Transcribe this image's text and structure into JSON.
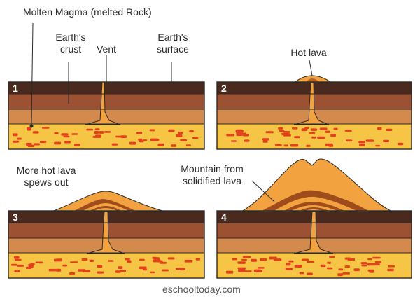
{
  "labels": {
    "molten_magma": "Molten Magma (melted Rock)",
    "earths_crust": "Earth's\ncrust",
    "vent": "Vent",
    "earths_surface": "Earth's\nsurface",
    "hot_lava": "Hot lava",
    "more_hot_lava": "More hot lava\nspews out",
    "mountain": "Mountain from\nsolidified lava"
  },
  "panels": [
    {
      "number": "1",
      "stage": "vent"
    },
    {
      "number": "2",
      "stage": "small-mound"
    },
    {
      "number": "3",
      "stage": "medium-mound"
    },
    {
      "number": "4",
      "stage": "mountain"
    }
  ],
  "credit": "eschooltoday.com",
  "colors": {
    "surface": "#4a2a1e",
    "crust_upper": "#9c5232",
    "crust_lower": "#d58a4d",
    "magma": "#f7c545",
    "magma_blobs": "#e2421b",
    "lava": "#f2a23e",
    "lava_dark": "#9e4c1c",
    "outline": "#2a2a2a"
  }
}
